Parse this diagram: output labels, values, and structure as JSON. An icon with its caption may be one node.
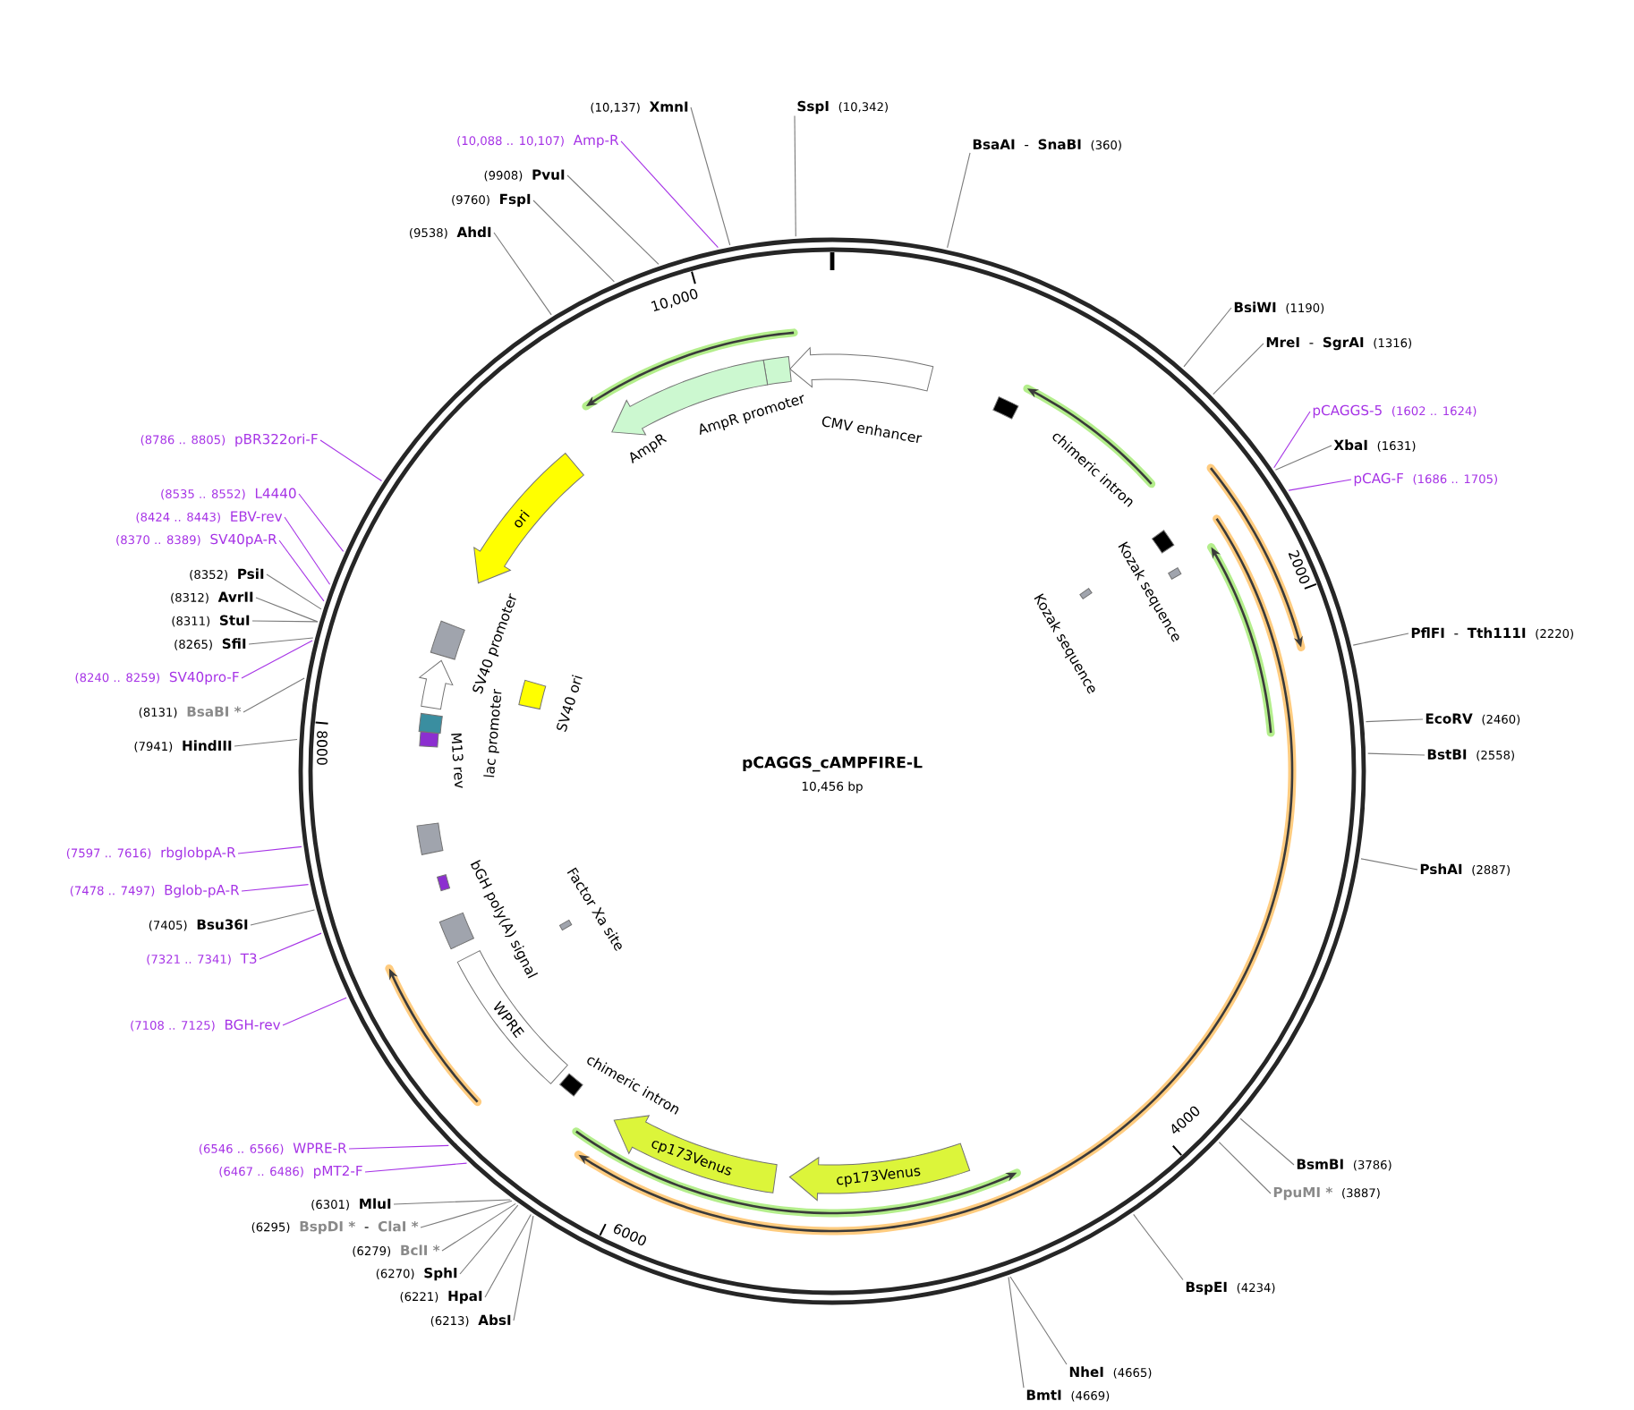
{
  "diagram": {
    "title": "pCAGGS_cAMPFIRE-L",
    "nodes": [
      {
        "text": [
          "(10,137)",
          "XmnI"
        ]
      },
      {
        "text": [
          "(10,088 .. 10,107)",
          "Amp-R"
        ]
      },
      {
        "text": [
          "(9908)",
          "PvuI"
        ]
      },
      {
        "text": [
          "(9760)",
          "FspI"
        ]
      },
      {
        "text": [
          "(9538)",
          "AhdI"
        ]
      },
      {
        "text": [
          "SspI",
          "(10,342)"
        ]
      },
      {
        "text": [
          "BsaAI",
          "-",
          "SnaBI",
          "(360)"
        ]
      },
      {
        "text": [
          "BsiWI",
          "(1190)"
        ]
      },
      {
        "text": [
          "MreI",
          "-",
          "SgrAI",
          "(1316)"
        ]
      },
      {
        "text": [
          "pCAGGS-5",
          "(1602 .. 1624)"
        ]
      },
      {
        "text": [
          "XbaI",
          "(1631)"
        ]
      },
      {
        "text": [
          "pCAG-F",
          "(1686 .. 1705)"
        ]
      },
      {
        "text": [
          "PflFI",
          "-",
          "Tth111I",
          "(2220)"
        ]
      },
      {
        "text": [
          "EcoRV",
          "(2460)"
        ]
      },
      {
        "text": [
          "BstBI",
          "(2558)"
        ]
      },
      {
        "text": [
          "PshAI",
          "(2887)"
        ]
      },
      {
        "text": [
          "BsmBI",
          "(3786)"
        ]
      },
      {
        "text": [
          "PpuMI *",
          "(3887)"
        ]
      },
      {
        "text": [
          "BspEI",
          "(4234)"
        ]
      },
      {
        "text": [
          "NheI",
          "(4665)"
        ]
      },
      {
        "text": [
          "BmtI",
          "(4669)"
        ]
      },
      {
        "text": [
          "(6301)",
          "MluI"
        ]
      },
      {
        "text": [
          "(6295)",
          "BspDI *",
          "-",
          "ClaI *"
        ]
      },
      {
        "text": [
          "(6279)",
          "BclI *"
        ]
      },
      {
        "text": [
          "(6270)",
          "SphI"
        ]
      },
      {
        "text": [
          "(6221)",
          "HpaI"
        ]
      },
      {
        "text": [
          "(6213)",
          "AbsI"
        ]
      },
      {
        "text": [
          "(7108 .. 7125)",
          "BGH-rev"
        ]
      },
      {
        "text": [
          "(7321 .. 7341)",
          "T3"
        ]
      },
      {
        "text": [
          "(7405)",
          "Bsu36I"
        ]
      },
      {
        "text": [
          "(7478 .. 7497)",
          "Bglob-pA-R"
        ]
      },
      {
        "text": [
          "(7597 .. 7616)",
          "rbglobpA-R"
        ]
      },
      {
        "text": [
          "(7941)",
          "HindIII"
        ]
      },
      {
        "text": [
          "(8131)",
          "BsaBI *"
        ]
      },
      {
        "text": [
          "(8240 .. 8259)",
          "SV40pro-F"
        ]
      },
      {
        "text": [
          "(8265)",
          "SfiI"
        ]
      },
      {
        "text": [
          "(8311)",
          "StuI"
        ]
      },
      {
        "text": [
          "(8312)",
          "AvrII"
        ]
      },
      {
        "text": [
          "(8352)",
          "PsiI"
        ]
      },
      {
        "text": [
          "(8370 .. 8389)",
          "SV40pA-R"
        ]
      },
      {
        "text": [
          "(8424 .. 8443)",
          "EBV-rev"
        ]
      },
      {
        "text": [
          "(8535 .. 8552)",
          "L4440"
        ]
      },
      {
        "text": [
          "(8786 .. 8805)",
          "pBR322ori-F"
        ]
      },
      {
        "text": [
          "(6546 .. 6566)",
          "WPRE-R"
        ]
      },
      {
        "text": [
          "(6467 .. 6486)",
          "pMT2-F"
        ]
      },
      {
        "text": [
          "CMV enhancer"
        ]
      },
      {
        "text": [
          "AmpR promoter"
        ]
      },
      {
        "text": [
          "AmpR"
        ]
      },
      {
        "text": [
          "ori"
        ]
      },
      {
        "text": [
          "SV40 promoter"
        ]
      },
      {
        "text": [
          "SV40 ori"
        ]
      },
      {
        "text": [
          "lac promoter"
        ]
      },
      {
        "text": [
          "M13 rev"
        ]
      },
      {
        "text": [
          "bGH poly(A) signal"
        ]
      },
      {
        "text": [
          "WPRE"
        ]
      },
      {
        "text": [
          "chimeric intron"
        ]
      },
      {
        "text": [
          "cp173Venus"
        ]
      },
      {
        "text": [
          "cp173Venus"
        ]
      },
      {
        "text": [
          "chimeric intron"
        ]
      },
      {
        "text": [
          "Kozak sequence"
        ]
      },
      {
        "text": [
          "Kozak sequence"
        ]
      },
      {
        "text": [
          "Factor Xa site"
        ]
      }
    ],
    "edges": [
      {
        "from": 0,
        "to": null,
        "arrow": "none"
      },
      {
        "from": 1,
        "to": null,
        "arrow": "none",
        "color": "#a633e6"
      },
      {
        "from": 2,
        "to": null,
        "arrow": "none"
      },
      {
        "from": 3,
        "to": null,
        "arrow": "none"
      },
      {
        "from": 4,
        "to": null,
        "arrow": "none"
      },
      {
        "from": 5,
        "to": null,
        "arrow": "none"
      },
      {
        "from": 6,
        "to": null,
        "arrow": "none"
      },
      {
        "from": 7,
        "to": null,
        "arrow": "none"
      },
      {
        "from": 8,
        "to": null,
        "arrow": "none"
      },
      {
        "from": 9,
        "to": null,
        "arrow": "none",
        "color": "#a633e6"
      },
      {
        "from": 10,
        "to": null,
        "arrow": "none"
      },
      {
        "from": 11,
        "to": null,
        "arrow": "none",
        "color": "#a633e6"
      },
      {
        "from": 12,
        "to": null,
        "arrow": "none"
      },
      {
        "from": 13,
        "to": null,
        "arrow": "none"
      },
      {
        "from": 14,
        "to": null,
        "arrow": "none"
      },
      {
        "from": 15,
        "to": null,
        "arrow": "none"
      },
      {
        "from": 16,
        "to": null,
        "arrow": "none"
      },
      {
        "from": 17,
        "to": null,
        "arrow": "none"
      },
      {
        "from": 18,
        "to": null,
        "arrow": "none"
      },
      {
        "from": 19,
        "to": null,
        "arrow": "none"
      },
      {
        "from": 20,
        "to": null,
        "arrow": "none"
      },
      {
        "from": 21,
        "to": null,
        "arrow": "none"
      },
      {
        "from": 22,
        "to": null,
        "arrow": "none"
      },
      {
        "from": 23,
        "to": null,
        "arrow": "none"
      },
      {
        "from": 24,
        "to": null,
        "arrow": "none"
      },
      {
        "from": 25,
        "to": null,
        "arrow": "none"
      },
      {
        "from": 26,
        "to": null,
        "arrow": "none"
      },
      {
        "from": 27,
        "to": null,
        "arrow": "none",
        "color": "#a633e6"
      },
      {
        "from": 28,
        "to": null,
        "arrow": "none",
        "color": "#a633e6"
      },
      {
        "from": 29,
        "to": null,
        "arrow": "none"
      },
      {
        "from": 30,
        "to": null,
        "arrow": "none",
        "color": "#a633e6"
      },
      {
        "from": 31,
        "to": null,
        "arrow": "none",
        "color": "#a633e6"
      },
      {
        "from": 32,
        "to": null,
        "arrow": "none"
      },
      {
        "from": 33,
        "to": null,
        "arrow": "none"
      },
      {
        "from": 34,
        "to": null,
        "arrow": "none",
        "color": "#a633e6"
      },
      {
        "from": 35,
        "to": null,
        "arrow": "none"
      },
      {
        "from": 36,
        "to": null,
        "arrow": "none"
      },
      {
        "from": 37,
        "to": null,
        "arrow": "none"
      },
      {
        "from": 38,
        "to": null,
        "arrow": "none"
      },
      {
        "from": 39,
        "to": null,
        "arrow": "none",
        "color": "#a633e6"
      },
      {
        "from": 40,
        "to": null,
        "arrow": "none",
        "color": "#a633e6"
      },
      {
        "from": 41,
        "to": null,
        "arrow": "none",
        "color": "#a633e6"
      },
      {
        "from": 42,
        "to": null,
        "arrow": "none",
        "color": "#a633e6"
      },
      {
        "from": 43,
        "to": null,
        "arrow": "none",
        "color": "#a633e6"
      },
      {
        "from": 44,
        "to": null,
        "arrow": "none",
        "color": "#a633e6"
      }
    ],
    "labels": [
      "10,000",
      "2000",
      "8000",
      "10,456 bp",
      "4000",
      "6000"
    ]
  }
}
